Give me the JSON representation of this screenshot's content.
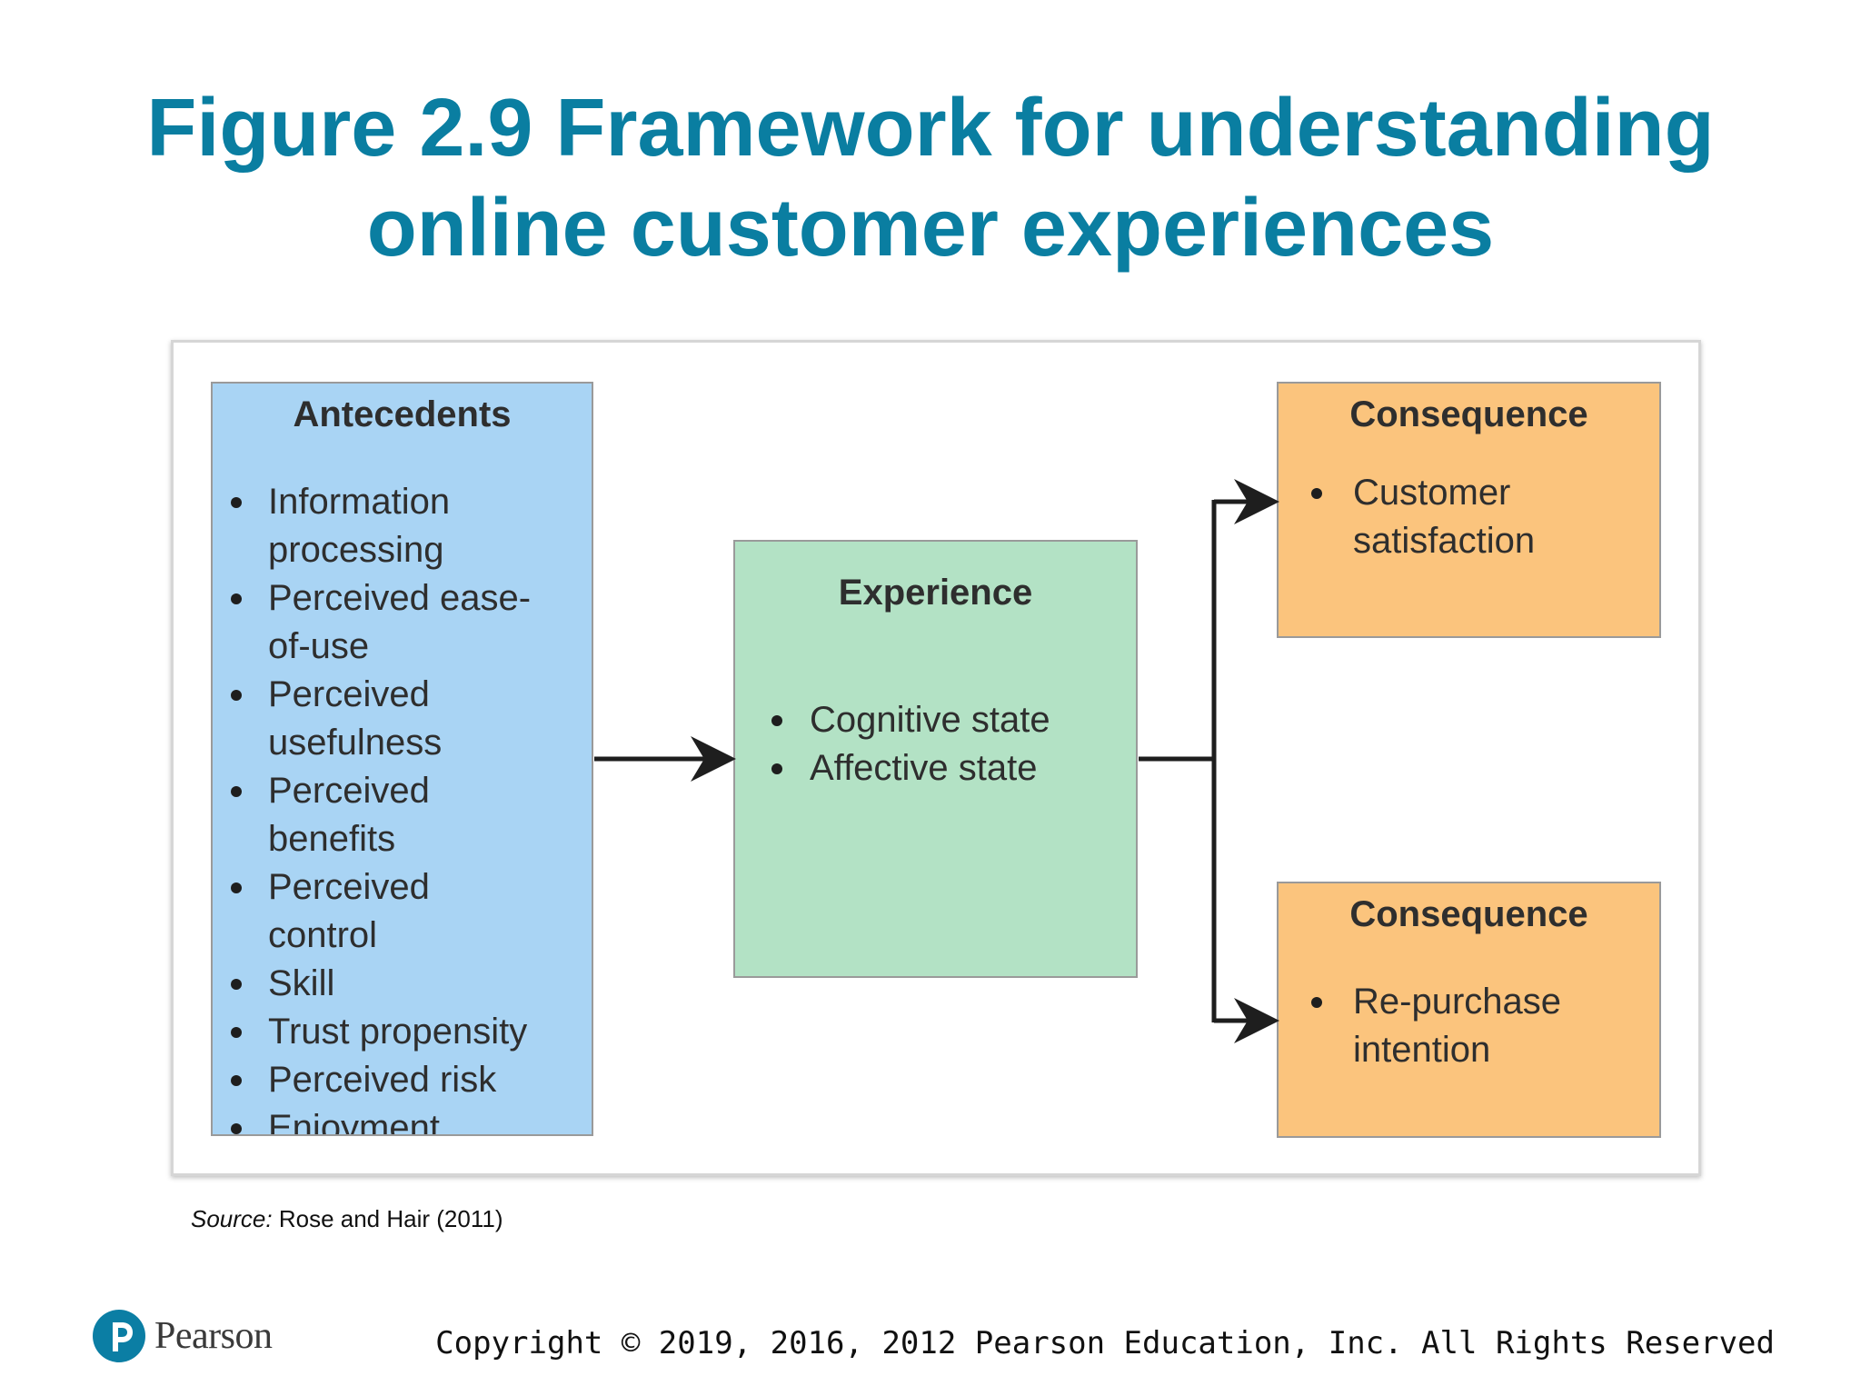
{
  "title": {
    "line1": "Figure 2.9 Framework for understanding",
    "line2": "online customer experiences"
  },
  "diagram": {
    "antecedents": {
      "title": "Antecedents",
      "items": [
        "Information processing",
        "Perceived ease-of-use",
        "Perceived usefulness",
        "Perceived benefits",
        "Perceived control",
        "Skill",
        "Trust propensity",
        "Perceived risk",
        "Enjoyment"
      ],
      "lines": [
        "Information",
        "processing",
        "Perceived ease-",
        "of-use",
        "Perceived",
        "usefulness",
        "Perceived",
        "benefits",
        "Perceived",
        "control",
        "Skill",
        "Trust propensity",
        "Perceived risk",
        "Enjoyment"
      ]
    },
    "experience": {
      "title": "Experience",
      "items": [
        "Cognitive state",
        "Affective state"
      ]
    },
    "consequence_top": {
      "title": "Consequence",
      "items": [
        "Customer satisfaction"
      ],
      "lines": [
        "Customer",
        "satisfaction"
      ]
    },
    "consequence_bottom": {
      "title": "Consequence",
      "items": [
        "Re-purchase intention"
      ],
      "lines": [
        "Re-purchase",
        "intention"
      ]
    }
  },
  "source": {
    "label": "Source:",
    "text": "Rose and Hair (2011)"
  },
  "logo": {
    "mark": "P",
    "wordmark": "Pearson",
    "color": "#0b7ea4"
  },
  "copyright": "Copyright © 2019, 2016, 2012 Pearson Education, Inc. All Rights Reserved",
  "colors": {
    "title": "#0a7ea1",
    "antecedents_fill": "#a9d4f4",
    "experience_fill": "#b3e2c5",
    "consequence_fill": "#fbc47d",
    "arrow": "#1e1e1e"
  }
}
